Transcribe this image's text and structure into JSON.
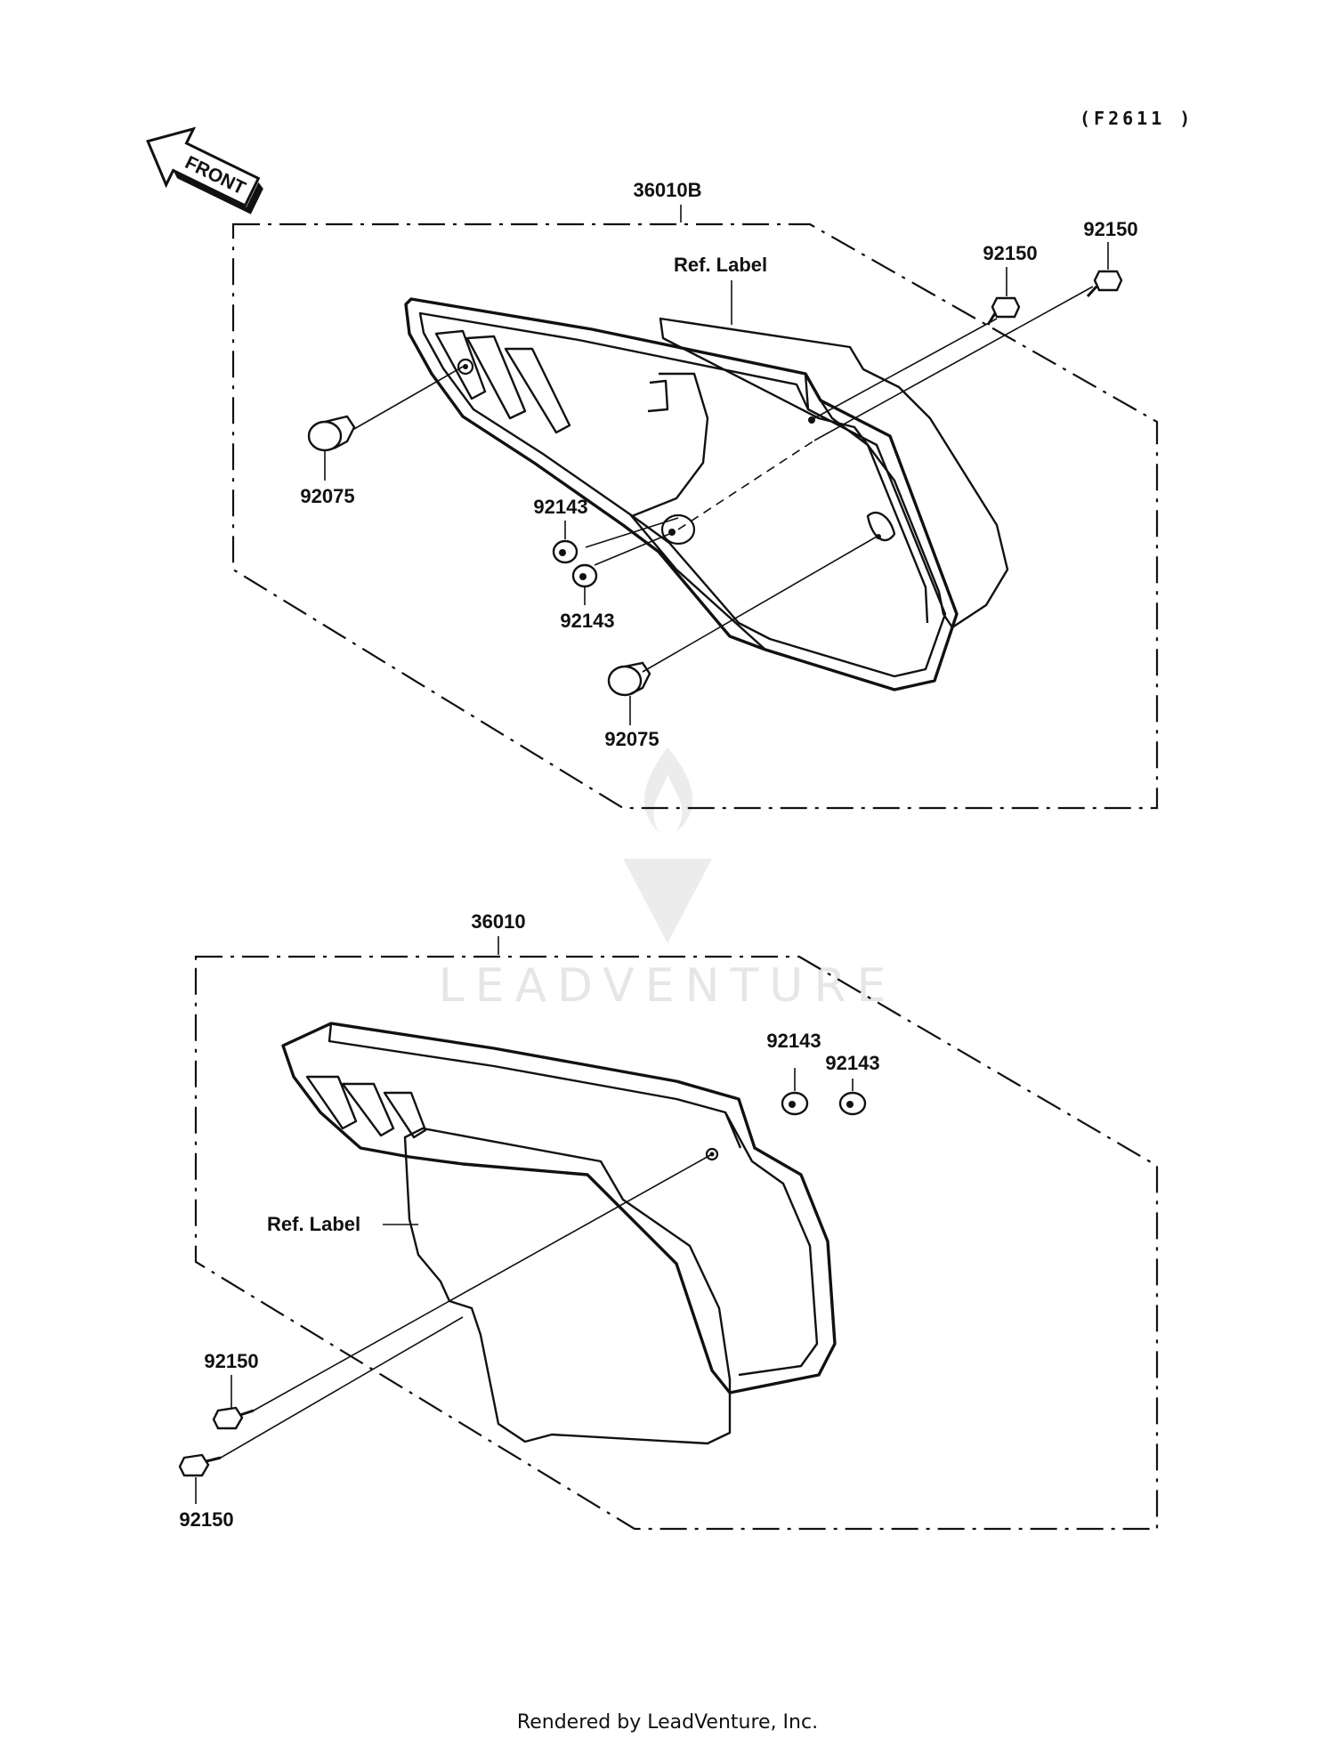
{
  "header": {
    "code": "(F2611 )",
    "front_arrow": "FRONT"
  },
  "assemblies": [
    {
      "part_no": "36010B",
      "labels": {
        "ref_label": "Ref. Label",
        "bolt_a": "92150",
        "bolt_b": "92150",
        "grommet_left": "92075",
        "grommet_bottom": "92075",
        "nut_a": "92143",
        "nut_b": "92143"
      }
    },
    {
      "part_no": "36010",
      "labels": {
        "ref_label": "Ref. Label",
        "nut_a": "92143",
        "nut_b": "92143",
        "bolt_a": "92150",
        "bolt_b": "92150"
      }
    }
  ],
  "watermark": "LEADVENTURE",
  "footer": "Rendered by LeadVenture, Inc."
}
